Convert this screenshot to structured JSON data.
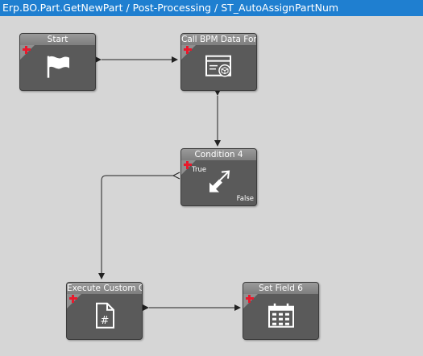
{
  "window": {
    "title": "Erp.BO.Part.GetNewPart / Post-Processing / ST_AutoAssignPartNum"
  },
  "nodes": {
    "start": {
      "label": "Start",
      "icon": "flag-icon"
    },
    "call_bpm": {
      "label": "Call BPM Data Forr",
      "icon": "form-window-icon"
    },
    "condition": {
      "label": "Condition 4",
      "icon": "diagonal-arrows-icon",
      "true_label": "True",
      "false_label": "False"
    },
    "execute": {
      "label": "Execute Custom Co",
      "icon": "code-file-icon",
      "file_symbol": "#"
    },
    "set_field": {
      "label": "Set Field 6",
      "icon": "calendar-icon"
    }
  },
  "colors": {
    "title_bar": "#1f7fd0",
    "canvas": "#d6d6d6",
    "node_body": "#5a5a5a",
    "node_header": "#8a8a8a",
    "add_marker": "#e8192c"
  }
}
